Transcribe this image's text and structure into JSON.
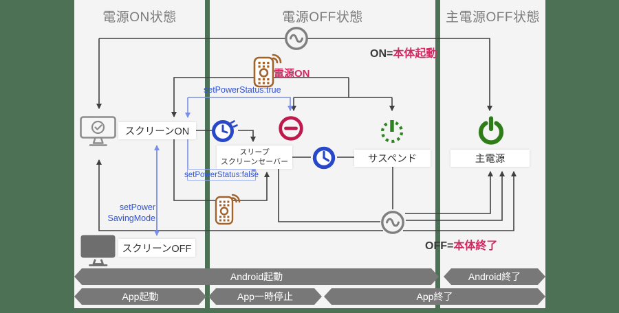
{
  "columns": [
    {
      "label": "電源ON状態"
    },
    {
      "label": "電源OFF状態"
    },
    {
      "label": "主電源OFF状態"
    }
  ],
  "nodes": {
    "screen_on": "スクリーンON",
    "sleep_line1": "スリープ",
    "sleep_line2": "スクリーンセーバー",
    "suspend": "サスペンド",
    "main_power": "主電源",
    "screen_off": "スクリーンOFF"
  },
  "annotations": {
    "remote_power_on": "電源ON",
    "on_prefix": "ON=",
    "on_value": "本体起動",
    "off_prefix": "OFF=",
    "off_value": "本体終了",
    "set_power_true": "setPowerStatus:true",
    "set_power_false": "setPowerStatus:false",
    "saving_line1": "setPower",
    "saving_line2": "SavingMode"
  },
  "bars": {
    "android_start": "Android起動",
    "android_end": "Android終了",
    "app_start": "App起動",
    "app_pause": "App一時停止",
    "app_end": "App終了"
  },
  "icons": [
    "ac-plug-icon",
    "remote-control-icon",
    "screen-on-monitor-icon",
    "sleep-clock-icon",
    "power-off-minus-icon",
    "standby-dashed-power-icon",
    "clock-icon",
    "main-power-icon",
    "screen-off-monitor-icon"
  ],
  "colors": {
    "frame_green": "#4d7154",
    "background": "#f3f4f3",
    "bar_gray": "#787878",
    "line_dark": "#3f3f3f",
    "line_blue": "#7b8fe8",
    "text_blue": "#3353d6",
    "accent_pink": "#d02a63",
    "icon_red": "#bf1a4d",
    "icon_green_standby": "#2f8222",
    "icon_green_power": "#2e7d18",
    "icon_blue": "#2847c9",
    "icon_brown": "#a2622b",
    "icon_gray": "#7f7f7f"
  }
}
